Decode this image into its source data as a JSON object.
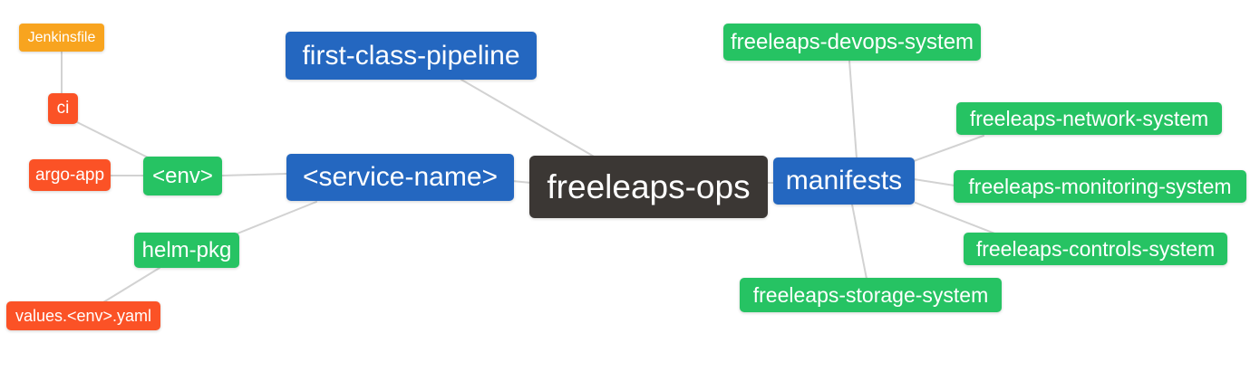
{
  "canvas": {
    "background": "#ffffff"
  },
  "colors": {
    "root_node": "#3b3734",
    "branch_node": "#2467c0",
    "sub_node": "#26c363",
    "leaf_node": "#fb5226",
    "file_node": "#f8a41f",
    "edge": "#d2d2d2",
    "node_text": "#ffffff"
  },
  "nodes": [
    {
      "id": "jenkinsfile",
      "label": "Jenkinsfile",
      "level": "file"
    },
    {
      "id": "ci",
      "label": "ci",
      "level": "leaf"
    },
    {
      "id": "argo-app",
      "label": "argo-app",
      "level": "leaf"
    },
    {
      "id": "env",
      "label": "<env>",
      "level": "sub"
    },
    {
      "id": "helm-pkg",
      "label": "helm-pkg",
      "level": "sub"
    },
    {
      "id": "values-env-yaml",
      "label": "values.<env>.yaml",
      "level": "leaf"
    },
    {
      "id": "first-class-pipeline",
      "label": "first-class-pipeline",
      "level": "branch"
    },
    {
      "id": "service-name",
      "label": "<service-name>",
      "level": "branch"
    },
    {
      "id": "freeleaps-ops",
      "label": "freeleaps-ops",
      "level": "root"
    },
    {
      "id": "manifests",
      "label": "manifests",
      "level": "branch"
    },
    {
      "id": "devops-system",
      "label": "freeleaps-devops-system",
      "level": "sub"
    },
    {
      "id": "network-system",
      "label": "freeleaps-network-system",
      "level": "sub"
    },
    {
      "id": "monitoring-system",
      "label": "freeleaps-monitoring-system",
      "level": "sub"
    },
    {
      "id": "controls-system",
      "label": "freeleaps-controls-system",
      "level": "sub"
    },
    {
      "id": "storage-system",
      "label": "freeleaps-storage-system",
      "level": "sub"
    }
  ],
  "edges": [
    {
      "from": "jenkinsfile",
      "to": "ci"
    },
    {
      "from": "ci",
      "to": "env"
    },
    {
      "from": "argo-app",
      "to": "env"
    },
    {
      "from": "env",
      "to": "service-name"
    },
    {
      "from": "first-class-pipeline",
      "to": "freeleaps-ops"
    },
    {
      "from": "service-name",
      "to": "freeleaps-ops"
    },
    {
      "from": "service-name",
      "to": "helm-pkg"
    },
    {
      "from": "helm-pkg",
      "to": "values-env-yaml"
    },
    {
      "from": "freeleaps-ops",
      "to": "manifests"
    },
    {
      "from": "manifests",
      "to": "devops-system"
    },
    {
      "from": "manifests",
      "to": "network-system"
    },
    {
      "from": "manifests",
      "to": "monitoring-system"
    },
    {
      "from": "manifests",
      "to": "controls-system"
    },
    {
      "from": "manifests",
      "to": "storage-system"
    }
  ]
}
